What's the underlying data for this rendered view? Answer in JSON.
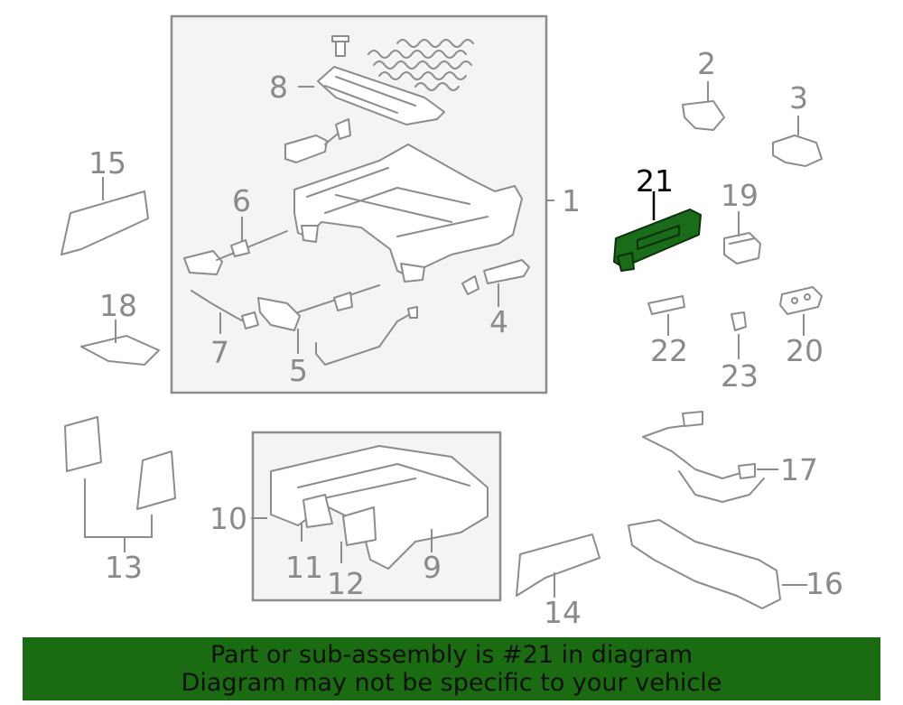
{
  "diagram": {
    "highlighted_part": "21",
    "highlight_color": "#1b6b12",
    "callouts": {
      "c1": "1",
      "c2": "2",
      "c3": "3",
      "c4": "4",
      "c5": "5",
      "c6": "6",
      "c7": "7",
      "c8": "8",
      "c9": "9",
      "c10": "10",
      "c11": "11",
      "c12": "12",
      "c13": "13",
      "c14": "14",
      "c15": "15",
      "c16": "16",
      "c17": "17",
      "c18": "18",
      "c19": "19",
      "c20": "20",
      "c21": "21",
      "c22": "22",
      "c23": "23"
    }
  },
  "banner": {
    "line1": "Part or sub-assembly is #21 in diagram",
    "line2": "Diagram may not be specific to your vehicle",
    "background": "#1b6b12"
  }
}
